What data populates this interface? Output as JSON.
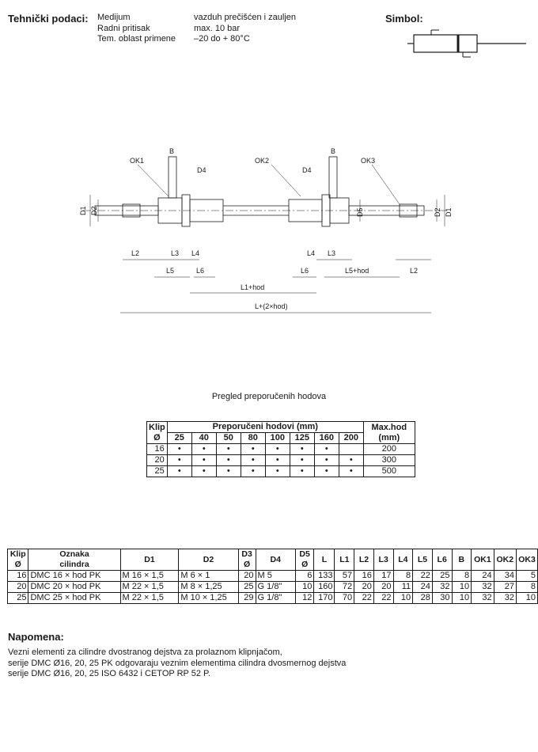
{
  "tech": {
    "label": "Tehnički podaci:",
    "rows": [
      {
        "key": "Medijum",
        "value": "vazduh prečišćen i zauljen"
      },
      {
        "key": "Radni pritisak",
        "value": "max. 10 bar"
      },
      {
        "key": "Tem. oblast primene",
        "value": "–20 do + 80°C"
      }
    ]
  },
  "symbol": {
    "label": "Simbol:"
  },
  "drawing": {
    "labels": {
      "B_left": "B",
      "B_right": "B",
      "OK1": "OK1",
      "OK2": "OK2",
      "OK3": "OK3",
      "D4_left": "D4",
      "D4_right": "D4",
      "D1_left": "D1",
      "D2_left": "D2",
      "D5": "D5",
      "D2_right": "D2",
      "D1_right": "D1",
      "L2_left": "L2",
      "L3_left": "L3",
      "L4_left": "L4",
      "L4_right": "L4",
      "L3_right": "L3",
      "L5_left": "L5",
      "L6_left": "L6",
      "L6_right": "L6",
      "L5hod": "L5+hod",
      "L2_right": "L2",
      "L1hod": "L1+hod",
      "L2xhod": "L+(2×hod)"
    }
  },
  "strokes": {
    "title": "Pregled preporučenih hodova",
    "klip_header": "Klip",
    "klip_sub": "Ø",
    "group_header": "Preporučeni hodovi (mm)",
    "max_header": "Max.hod",
    "max_sub": "(mm)",
    "columns": [
      "25",
      "40",
      "50",
      "80",
      "100",
      "125",
      "160",
      "200"
    ],
    "rows": [
      {
        "klip": "16",
        "marks": [
          "•",
          "•",
          "•",
          "•",
          "•",
          "•",
          "•",
          ""
        ],
        "max": "200"
      },
      {
        "klip": "20",
        "marks": [
          "•",
          "•",
          "•",
          "•",
          "•",
          "•",
          "•",
          "•"
        ],
        "max": "300"
      },
      {
        "klip": "25",
        "marks": [
          "•",
          "•",
          "•",
          "•",
          "•",
          "•",
          "•",
          "•"
        ],
        "max": "500"
      }
    ]
  },
  "dims": {
    "headers": [
      "Klip\nØ",
      "Oznaka\ncilindra",
      "D1",
      "D2",
      "D3\nØ",
      "D4",
      "D5\nØ",
      "L",
      "L1",
      "L2",
      "L3",
      "L4",
      "L5",
      "L6",
      "B",
      "OK1",
      "OK2",
      "OK3"
    ],
    "rows": [
      [
        "16",
        "DMC 16 × hod PK",
        "M 16 × 1,5",
        "M 6 × 1",
        "20",
        "M 5",
        "6",
        "133",
        "57",
        "16",
        "17",
        "8",
        "22",
        "25",
        "8",
        "24",
        "34",
        "5"
      ],
      [
        "20",
        "DMC 20 × hod PK",
        "M 22 × 1,5",
        "M 8 × 1,25",
        "25",
        "G 1/8\"",
        "10",
        "160",
        "72",
        "20",
        "20",
        "11",
        "24",
        "32",
        "10",
        "32",
        "27",
        "8"
      ],
      [
        "25",
        "DMC 25 × hod PK",
        "M 22 × 1,5",
        "M 10 × 1,25",
        "29",
        "G 1/8\"",
        "12",
        "170",
        "70",
        "22",
        "22",
        "10",
        "28",
        "30",
        "10",
        "32",
        "32",
        "10"
      ]
    ]
  },
  "note": {
    "title": "Napomena:",
    "lines": [
      "Vezni elementi za cilindre dvostranog dejstva za prolaznom klipnjačom,",
      "serije  DMC Ø16, 20, 25 PK  odgovaraju veznim elementima cilindra dvosmernog dejstva",
      "serije  DMC Ø16, 20, 25 ISO 6432  i  CETOP RP 52 P."
    ]
  }
}
